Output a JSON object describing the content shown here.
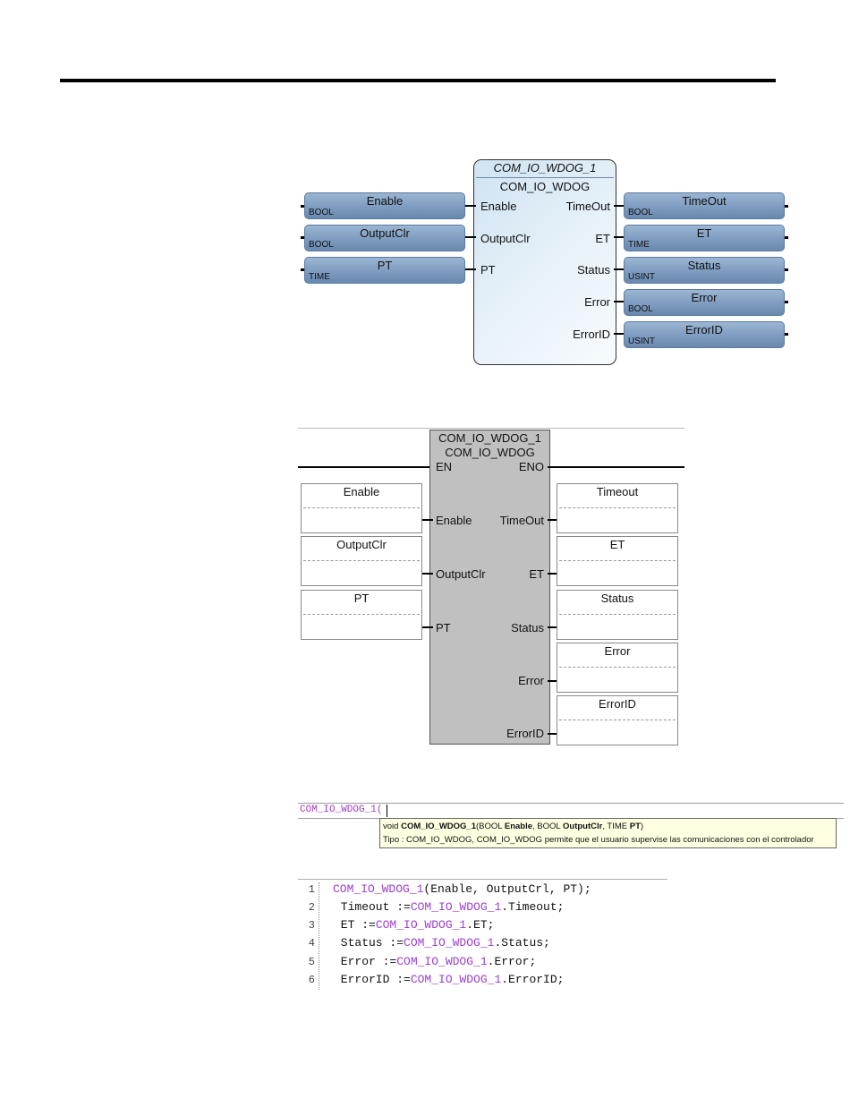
{
  "fbd": {
    "instance": "COM_IO_WDOG_1",
    "type": "COM_IO_WDOG",
    "inputs": [
      {
        "var": "Enable",
        "dtype": "BOOL",
        "pin": "Enable"
      },
      {
        "var": "OutputClr",
        "dtype": "BOOL",
        "pin": "OutputClr"
      },
      {
        "var": "PT",
        "dtype": "TIME",
        "pin": "PT"
      }
    ],
    "outputs": [
      {
        "var": "TimeOut",
        "dtype": "BOOL",
        "pin": "TimeOut"
      },
      {
        "var": "ET",
        "dtype": "TIME",
        "pin": "ET"
      },
      {
        "var": "Status",
        "dtype": "USINT",
        "pin": "Status"
      },
      {
        "var": "Error",
        "dtype": "BOOL",
        "pin": "Error"
      },
      {
        "var": "ErrorID",
        "dtype": "USINT",
        "pin": "ErrorID"
      }
    ]
  },
  "ld": {
    "instance": "COM_IO_WDOG_1",
    "type": "COM_IO_WDOG",
    "en": "EN",
    "eno": "ENO",
    "inputs": [
      {
        "var": "Enable",
        "pin": "Enable"
      },
      {
        "var": "OutputClr",
        "pin": "OutputClr"
      },
      {
        "var": "PT",
        "pin": "PT"
      }
    ],
    "outputs": [
      {
        "var": "Timeout",
        "pin": "TimeOut"
      },
      {
        "var": "ET",
        "pin": "ET"
      },
      {
        "var": "Status",
        "pin": "Status"
      },
      {
        "var": "Error",
        "pin": "Error"
      },
      {
        "var": "ErrorID",
        "pin": "ErrorID"
      }
    ]
  },
  "st_tooltip": {
    "typed": "COM_IO_WDOG_1(",
    "sig_prefix": "void ",
    "sig_name": "COM_IO_WDOG_1",
    "sig_open": "(BOOL ",
    "p1": "Enable",
    "sep1": ", BOOL ",
    "p2": "OutputClr",
    "sep2": ", TIME ",
    "p3": "PT",
    "sig_close": ")",
    "description": "Tipo : COM_IO_WDOG, COM_IO_WDOG permite que el usuario supervise las comunicaciones con el controlador"
  },
  "st_code": [
    {
      "n": "1",
      "pre": "",
      "kw": "COM_IO_WDOG_1",
      "post": "(Enable, OutputCrl, PT);"
    },
    {
      "n": "2",
      "pre": " Timeout :=",
      "kw": "COM_IO_WDOG_1",
      "post": ".Timeout;"
    },
    {
      "n": "3",
      "pre": " ET :=",
      "kw": "COM_IO_WDOG_1",
      "post": ".ET;"
    },
    {
      "n": "4",
      "pre": " Status :=",
      "kw": "COM_IO_WDOG_1",
      "post": ".Status;"
    },
    {
      "n": "5",
      "pre": " Error :=",
      "kw": "COM_IO_WDOG_1",
      "post": ".Error;"
    },
    {
      "n": "6",
      "pre": " ErrorID :=",
      "kw": "COM_IO_WDOG_1",
      "post": ".ErrorID;"
    }
  ]
}
